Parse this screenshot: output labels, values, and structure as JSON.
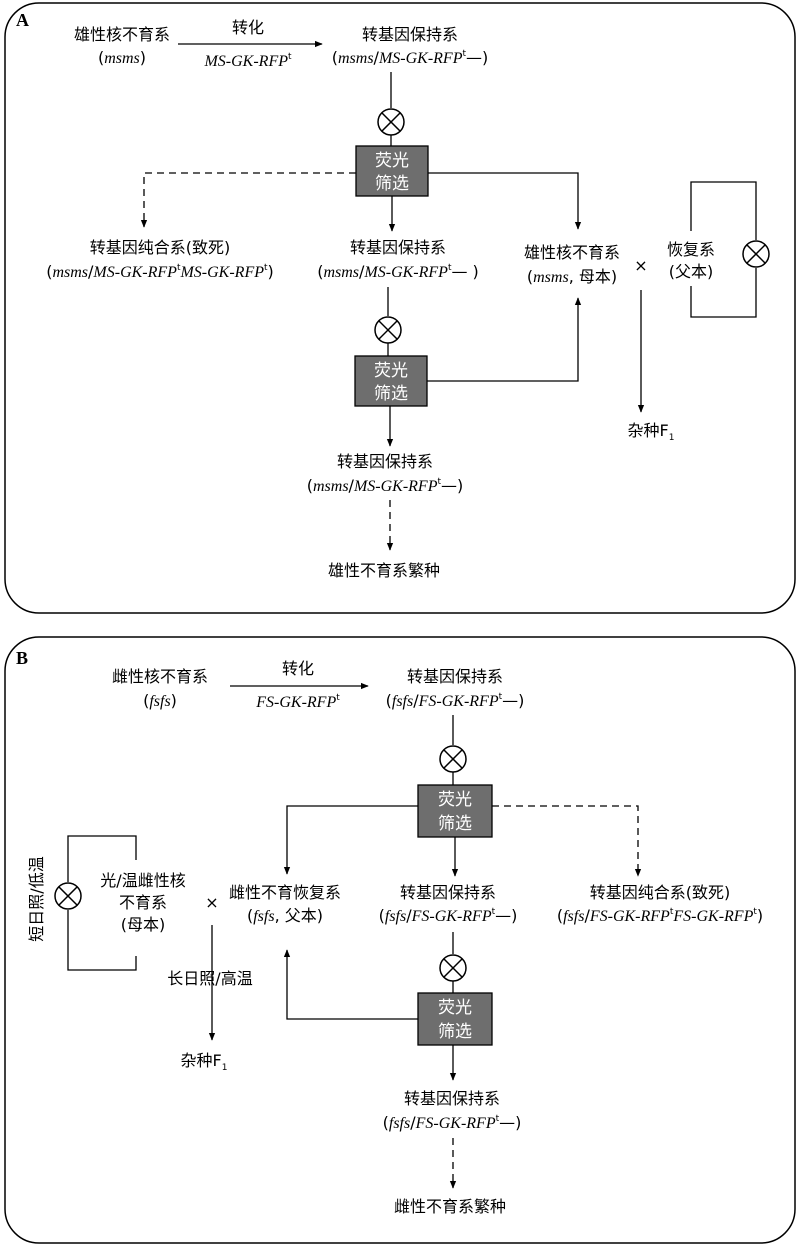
{
  "panelA": {
    "label": "A",
    "start_name": "雄性核不育系",
    "start_genotype": "msms",
    "transform_label": "转化",
    "construct": "MS-GK-RFP",
    "construct_sup": "t",
    "maintainer_name": "转基因保持系",
    "maintainer_geno": {
      "p1": "msms",
      "p2": "MS-GK-RFP",
      "sup": "t",
      "p3": "—)"
    },
    "screen_label_1": "荧光",
    "screen_label_2": "筛选",
    "homozygous_name": "转基因纯合系(致死)",
    "homozygous_geno": {
      "p1": "msms",
      "p2": "MS-GK-RFP",
      "sup1": "t",
      "p3": "MS-GK-RFP",
      "sup2": "t"
    },
    "maintainer2_name": "转基因保持系",
    "maintainer2_geno": {
      "p1": "msms",
      "p2": "MS-GK-RFP",
      "sup": "t",
      "p3": "— )"
    },
    "sterile_name": "雄性核不育系",
    "sterile_geno": {
      "p1": "msms",
      "p2": ", 母本)"
    },
    "cross_symbol": "×",
    "restorer_name": "恢复系",
    "restorer_role": "(父本)",
    "hybrid_label": "杂种F",
    "hybrid_sub": "1",
    "maintainer3_name": "转基因保持系",
    "maintainer3_geno": {
      "p1": "msms",
      "p2": "MS-GK-RFP",
      "sup": "t",
      "p3": "—)"
    },
    "propagation_label": "雄性不育系繁种"
  },
  "panelB": {
    "label": "B",
    "start_name": "雌性核不育系",
    "start_genotype": "fsfs",
    "transform_label": "转化",
    "construct": "FS-GK-RFP",
    "construct_sup": "t",
    "maintainer_name": "转基因保持系",
    "maintainer_geno": {
      "p1": "fsfs",
      "p2": "FS-GK-RFP",
      "sup": "t",
      "p3": "—)"
    },
    "screen_label_1": "荧光",
    "screen_label_2": "筛选",
    "restorer_name": "雌性不育恢复系",
    "restorer_geno": {
      "p1": "fsfs",
      "p2": ", 父本)"
    },
    "maintainer2_name": "转基因保持系",
    "maintainer2_geno": {
      "p1": "fsfs",
      "p2": "FS-GK-RFP",
      "sup": "t",
      "p3": "—)"
    },
    "homozygous_name": "转基因纯合系(致死)",
    "homozygous_geno": {
      "p1": "fsfs",
      "p2": "FS-GK-RFP",
      "sup1": "t",
      "p3": "FS-GK-RFP",
      "sup2": "t"
    },
    "sterile_line1": "光/温雌性核",
    "sterile_line2": "不育系",
    "sterile_role": "(母本)",
    "condition_short": "短日照/低温",
    "cross_symbol": "×",
    "condition_long": "长日照/高温",
    "hybrid_label": "杂种F",
    "hybrid_sub": "1",
    "maintainer3_name": "转基因保持系",
    "maintainer3_geno": {
      "p1": "fsfs",
      "p2": "FS-GK-RFP",
      "sup": "t",
      "p3": "—)"
    },
    "propagation_label": "雌性不育系繁种"
  }
}
